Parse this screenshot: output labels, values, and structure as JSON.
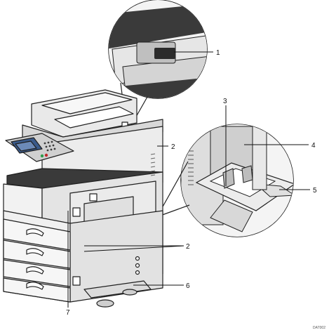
{
  "callouts": {
    "c1": "1",
    "c2_top": "2",
    "c2_bottom": "2",
    "c3": "3",
    "c4": "4",
    "c5": "5",
    "c6": "6",
    "c7": "7"
  },
  "figure_code": "DAT002",
  "colors": {
    "body_light": "#ededed",
    "body_mid": "#d9d9d9",
    "body_dark": "#3a3a3a",
    "panel_blue": "#3a5a8a",
    "panel_green": "#2f9a4a",
    "panel_red": "#c0282a",
    "outline": "#202020",
    "leader": "#111111"
  }
}
